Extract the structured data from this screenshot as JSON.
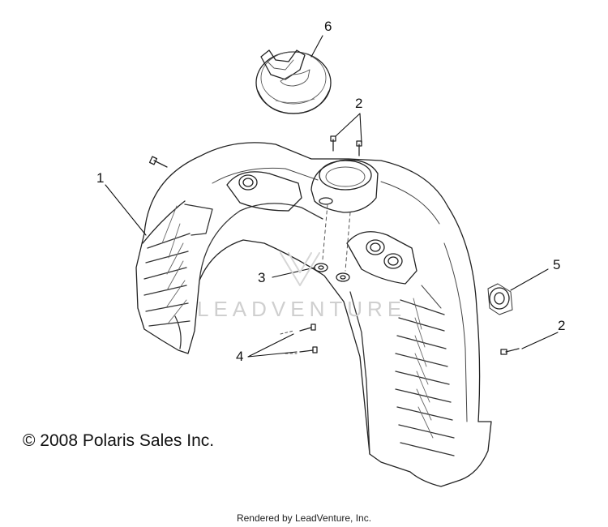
{
  "diagram": {
    "callouts": {
      "c1": "1",
      "c2a": "2",
      "c2b": "2",
      "c3": "3",
      "c4": "4",
      "c5": "5",
      "c6": "6"
    },
    "copyright": "© 2008 Polaris Sales Inc.",
    "watermark": "LEADVENTURE",
    "footer": "Rendered by LeadVenture, Inc."
  }
}
